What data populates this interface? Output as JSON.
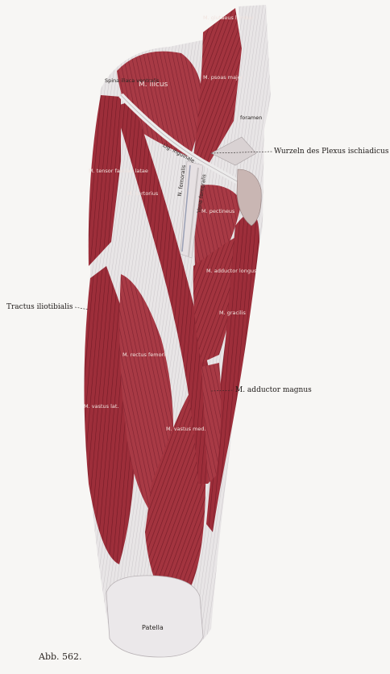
{
  "labels": {
    "m_gastrocnemius_lumbar": "M. glutaeus lumbar",
    "m_iliacus": "M. ilicus",
    "m_psoas_major": "M. psoas major",
    "spina_iliaca": "Spina iliaca ventralis",
    "foramen": "foramen",
    "wurzeln": "Wurzeln des Plexus ischiadicus",
    "lig_inguinale": "Lig. inguinale",
    "n_femoralis": "N. femoralis",
    "vena_femoralis": "Vena femoralis",
    "tensor": "M. tensor fasciae latae",
    "sartorius": "M. sartorius",
    "pectineus": "M. pectineus",
    "adductor_longus": "M. adductor longus",
    "gracilis": "M. gracilis",
    "tractus": "Tractus iliotibialis",
    "rectus_femoris": "M. rectus femoris",
    "adductor_magnus": "M. adductor magnus",
    "vastus_lateralis": "M. vastus lat.",
    "vastus_medialis": "M. vastus med.",
    "patella": "Patella",
    "caption": "Abb. 562."
  },
  "colors": {
    "muscle": "#a2343e",
    "muscle_dark": "#7a1f2a",
    "tendon": "#e9e6e6",
    "background": "#f7f6f4"
  }
}
